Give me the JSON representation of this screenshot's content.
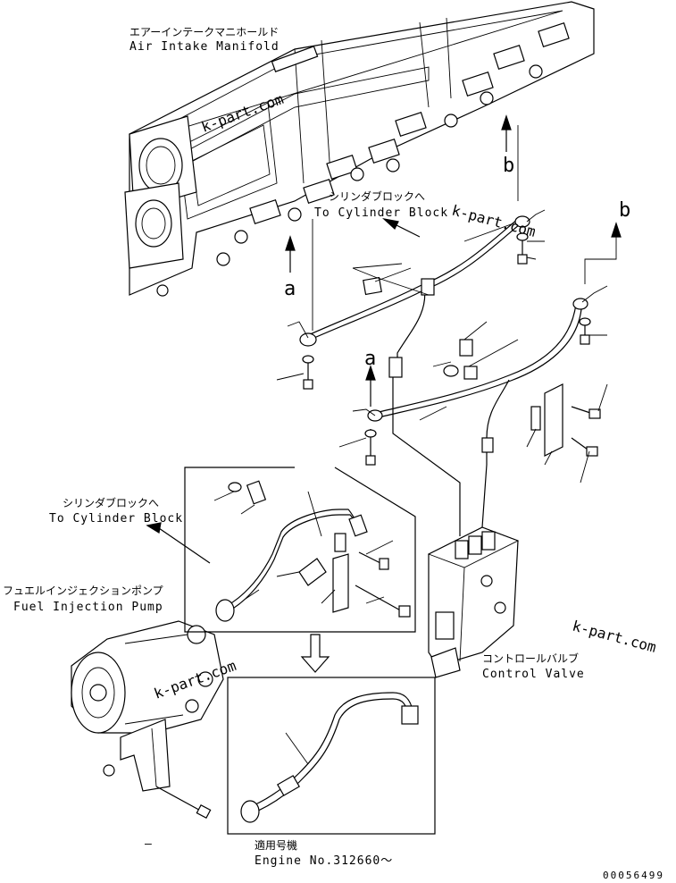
{
  "labels": {
    "air_intake_jp": "エアーインテークマニホールド",
    "air_intake_en": "Air Intake Manifold",
    "cyl_block_1_jp": "シリンダブロックへ",
    "cyl_block_1_en": "To Cylinder Block",
    "cyl_block_2_jp": "シリンダブロックへ",
    "cyl_block_2_en": "To Cylinder Block",
    "fuel_pump_jp": "フュエルインジェクションポンプ",
    "fuel_pump_en": "Fuel Injection Pump",
    "control_valve_jp": "コントロールバルブ",
    "control_valve_en": "Control Valve",
    "serial_jp": "適用号機",
    "serial_en": "Engine No.312660～",
    "doc_number": "00056499",
    "dash": "–"
  },
  "callouts": {
    "b_top": "b",
    "b_right": "b",
    "a_left": "a",
    "a_mid": "a"
  },
  "watermarks": [
    "k-part.com",
    "k-part.com",
    "k-part.com",
    "k-part.com"
  ],
  "colors": {
    "line": "#000000",
    "watermark": "#9a9a9a",
    "background": "#ffffff"
  }
}
